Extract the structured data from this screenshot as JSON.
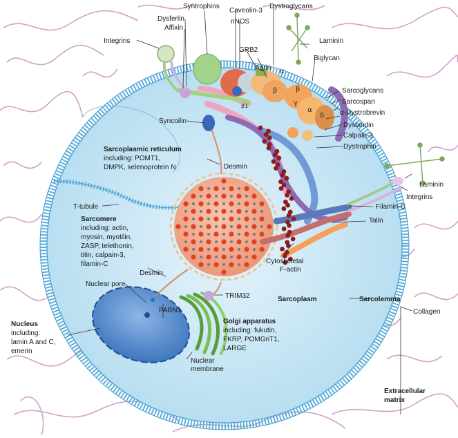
{
  "labels": {
    "syntrophins": "Syntrophins",
    "caveolin3": "Caveolin-3",
    "dystroglycans": "Dystroglycans",
    "dysferlin": "Dysferlin",
    "affixin": "Affixin",
    "nnos": "nNOS",
    "laminin_top": "Laminin",
    "integrins_top": "Integrins",
    "grb2": "GRB2",
    "agrin": "Agrin",
    "biglycan": "Biglycan",
    "sarcoglycans": "Sarcoglycans",
    "sarcospan": "Sarcospan",
    "a_dystrobrevin": "α-Dystrobrevin",
    "dysbindin": "Dysbindin",
    "calpain3": "Calpain-3",
    "dystrophin": "Dystrophin",
    "syncoilin": "Syncoilin",
    "desmin_top": "Desmin",
    "laminin_right": "Laminin",
    "integrins_right": "Integrins",
    "filamin_c": "Filamin-C",
    "talin": "Talin",
    "cytoskeletal": "Cytoskeletal",
    "f_actin": "F-actin",
    "t_tubule": "T-tubule",
    "desmin_bottom": "Desmin",
    "nuclear_pore": "Nuclear pore",
    "trim32": "TRIM32",
    "sarcoplasm": "Sarcoplasm",
    "sarcolemma": "Sarcolemma",
    "collagen": "Collagen",
    "pabn1": "PABN1",
    "nuclear_line1": "Nuclear",
    "nuclear_line2": "membrane",
    "extracellular1": "Extracellular",
    "extracellular2": "matrix"
  },
  "greek": {
    "alpha1": "α",
    "beta1": "β",
    "beta2": "β",
    "gamma": "γ",
    "alpha2": "α",
    "delta": "δ",
    "beta_small": "β1"
  },
  "sr": {
    "title": "Sarcoplasmic reticulum",
    "line1": "including: POMT1,",
    "line2": "DMPK, selenoprotein N"
  },
  "sarcomere": {
    "title": "Sarcomere",
    "line1": "including: actin,",
    "line2": "myosin, myotilin,",
    "line3": "ZASP, telethonin,",
    "line4": "titin, calpain-3,",
    "line5": "filamin-C"
  },
  "nucleus": {
    "title": "Nucleus",
    "line1": "including:",
    "line2": "lamin A and C,",
    "line3": "emerin"
  },
  "golgi": {
    "title": "Golgi apparatus",
    "line1": "including: fukutin,",
    "line2": "FKRP, POMGnT1,",
    "line3": "LARGE"
  },
  "colors": {
    "cytoplasm": "#bfe3f4",
    "membrane": "#5ab0dd",
    "sarcomere": "#f2a98c",
    "sarcomere_dot_red": "#d9422c",
    "sarcomere_dot_grey": "#6d7d8c",
    "nucleus": "#5d8fcf",
    "golgi": "#5a9c3a",
    "collagen": "#c98fc4",
    "actin": "#8e1c1c",
    "dystrophin": "#6f9ad3",
    "desmin": "#d68b6d",
    "sarcospan": "#8b6cb3"
  }
}
